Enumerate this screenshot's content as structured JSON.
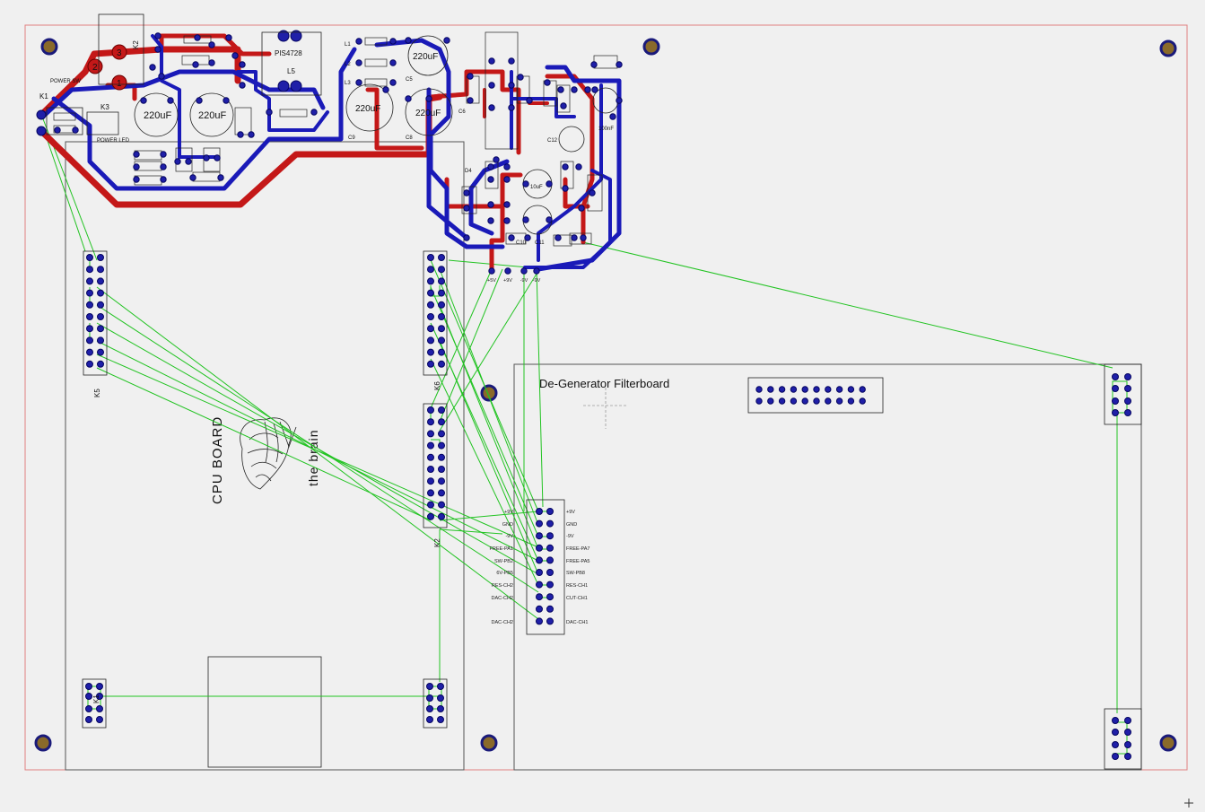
{
  "boards": {
    "cpu": {
      "title": "CPU BOARD",
      "subtitle": "the brain"
    },
    "filter": {
      "title": "De-Generator Filterboard"
    }
  },
  "connectors": {
    "k5": "K5",
    "k6": "K6",
    "k2_right": "K2",
    "k1": "K1",
    "k1_left": "K1",
    "k2_top": "K2",
    "k3": "K3"
  },
  "power_section": {
    "power_sw": "POWER SW",
    "power_led": "POWER LED",
    "pis_part": "PIS4728",
    "l5": "L5",
    "cap_220a": "220uF",
    "cap_220b": "220uF",
    "cap_220c": "220uF",
    "cap_220d": "220uF",
    "cap_220e": "220uF",
    "l1": "L1",
    "l2": "L2",
    "l3": "L3",
    "c5": "C5",
    "c6": "C6",
    "c9": "C9",
    "c8": "C8",
    "d4": "D4",
    "c10": "C10",
    "c11": "C11",
    "c12": "C12",
    "cap_100nf": "100nF",
    "cap_10uf": "10uF"
  },
  "rails": [
    "+5V",
    "+9V",
    "-9V",
    "-9V"
  ],
  "header_left_labels": [
    "+9V",
    "GND",
    "-9V",
    "FREE-PA1",
    "SW-PB2",
    "6V-PB5",
    "RES-CH2",
    "DAC-CH2",
    "DAC-CH2"
  ],
  "header_right_labels": [
    "+9V",
    "GND",
    "-9V",
    "FREE-PA7",
    "FREE-PA5",
    "SW-PB8",
    "RES-CH1",
    "CUT-CH1",
    "DAC-CH1"
  ],
  "colors": {
    "top_copper": "#c41818",
    "bottom_copper": "#1a1ab8",
    "ratsnest": "#22c322",
    "mounting_hole": "#8a6a2a",
    "background": "#f0f0f0"
  }
}
